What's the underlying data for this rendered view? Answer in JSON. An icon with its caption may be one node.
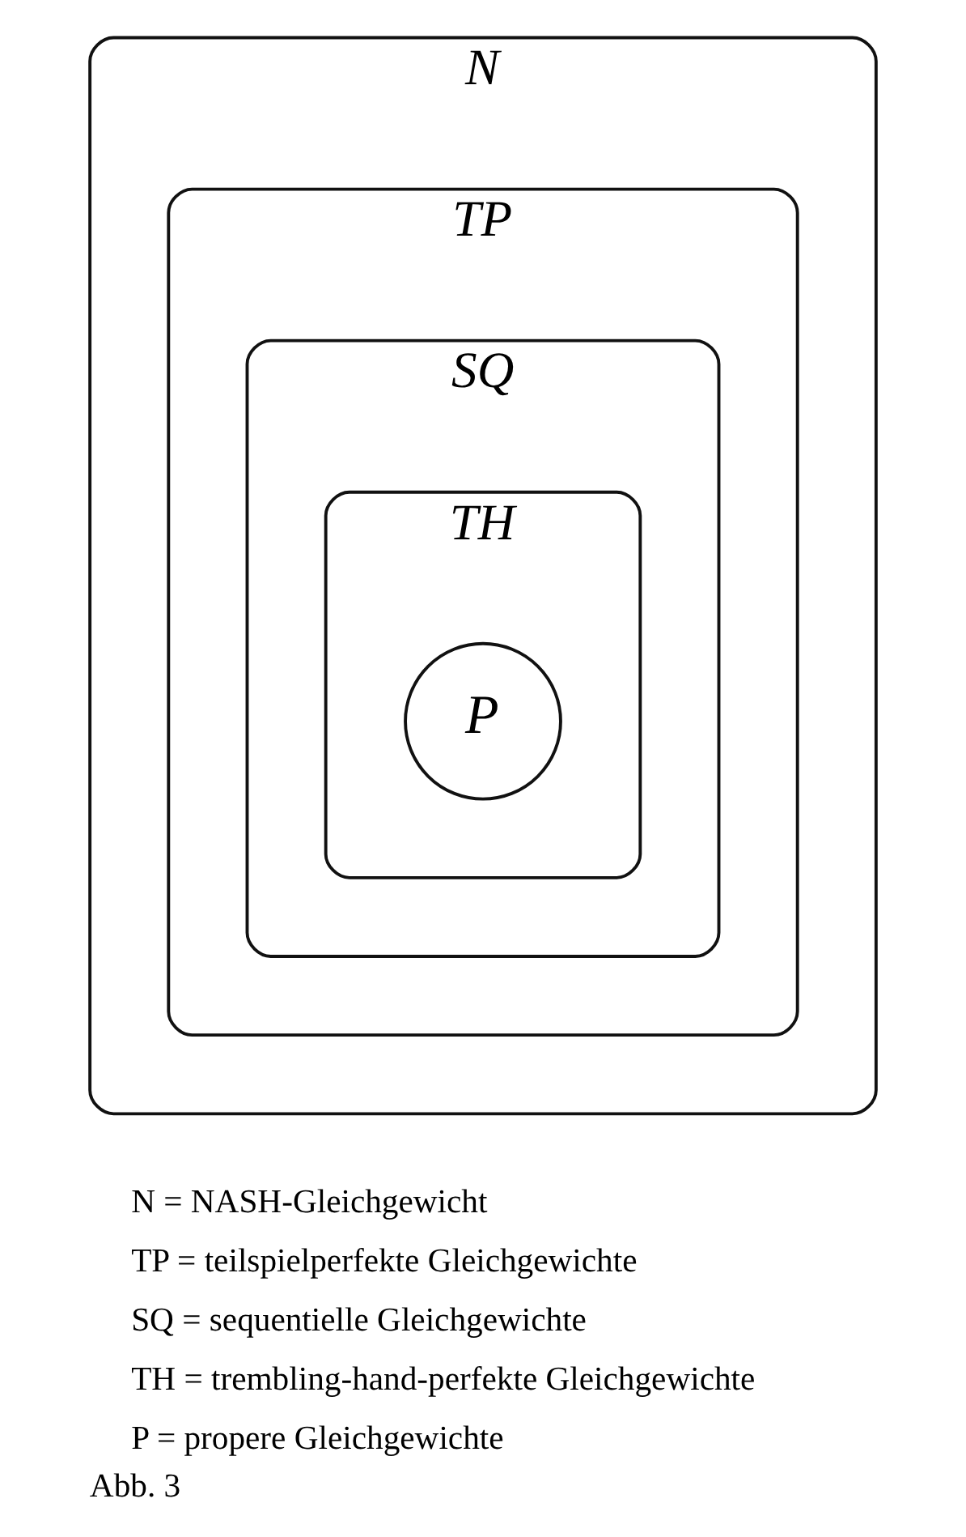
{
  "diagram": {
    "caption": "Abb. 3",
    "nodes": [
      {
        "text": [
          "N"
        ]
      },
      {
        "text": [
          "TP"
        ],
        "in": 0
      },
      {
        "text": [
          "SQ"
        ],
        "in": 1
      },
      {
        "text": [
          "TH"
        ],
        "in": 2
      },
      {
        "text": [
          "P"
        ],
        "in": 3
      }
    ],
    "labels": [
      "N = NASH-Gleichgewicht",
      "TP = teilspielperfekte Gleichgewichte",
      "SQ = sequentielle Gleichgewichte",
      "TH = trembling-hand-perfekte Gleichgewichte",
      "P = propere Gleichgewichte"
    ]
  }
}
